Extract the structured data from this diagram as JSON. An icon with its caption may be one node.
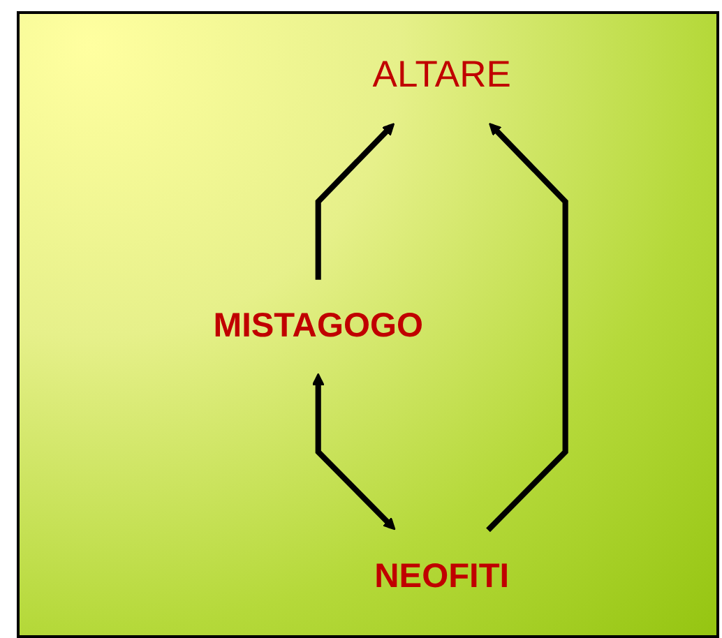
{
  "diagram": {
    "nodes": [
      {
        "text": [
          "ALTARE"
        ]
      },
      {
        "text": [
          "MISTAGOGO"
        ]
      },
      {
        "text": [
          "NEOFITI"
        ]
      }
    ],
    "edges": [
      {
        "from": 1,
        "to": 0,
        "arrow": "to"
      },
      {
        "from": 2,
        "to": 1,
        "arrow": "both"
      },
      {
        "from": 2,
        "to": 0,
        "arrow": "to"
      }
    ]
  }
}
